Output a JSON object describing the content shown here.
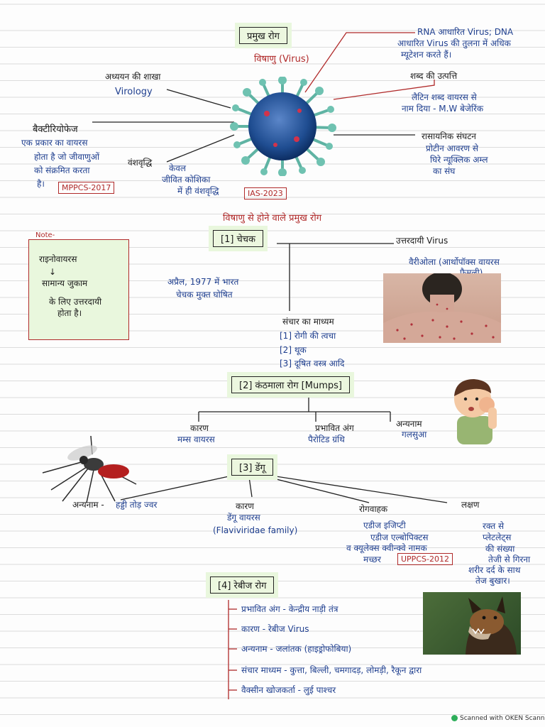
{
  "main": {
    "title": "प्रमुख रोग",
    "subtitle": "विषाणु (Virus)"
  },
  "virus": {
    "study_branch_label": "अध्ययन की शाखा",
    "study_branch_value": "Virology",
    "rna_note": [
      "RNA आधारित Virus; DNA",
      "आधारित Virus की तुलना में अधिक",
      "म्यूटेशन करते हैं।"
    ],
    "word_origin_label": "शब्द की उत्पत्ति",
    "word_origin_value": [
      "लैटिन शब्द वायरस से",
      "नाम दिया - M.W बेजेरिंक"
    ],
    "bacteriophage_label": "बैक्टीरियोफेज",
    "bacteriophage_desc": [
      "एक प्रकार का वायरस",
      "होता है जो जीवाणुओं",
      "को संक्रमित करता",
      "है।"
    ],
    "bacteriophage_exam": "MPPCS-2017",
    "growth_label": "वंशवृद्धि",
    "growth_value": [
      "केवल",
      "जीवित कोशिका",
      "में ही वंशवृद्धि"
    ],
    "growth_exam": "IAS-2023",
    "chemical_label": "रासायनिक संघटन",
    "chemical_value": [
      "प्रोटीन आवरण से",
      "घिरे न्यूक्लिक अम्ल",
      "का संघ"
    ]
  },
  "section_heading": "विषाणु से होने वाले प्रमुख रोग",
  "note": {
    "label": "Note-",
    "lines": [
      "राइनोवायरस",
      "↓",
      "सामान्य जुकाम",
      "के लिए उत्तरदायी",
      "होता है।"
    ]
  },
  "chickenpox": {
    "title": "[1] चेचक",
    "responsible_label": "उत्तरदायी Virus",
    "responsible_value": [
      "वैरीओला (आर्थोपॉक्स वायरस",
      "फैमली)"
    ],
    "india_free": [
      "अप्रैल, 1977 में भारत",
      "चेचक मुक्त घोषित"
    ],
    "transmission_label": "संचार का माध्यम",
    "transmission_items": [
      "[1] रोगी की त्वचा",
      "[2] थूक",
      "[3] दूषित वस्त्र आदि"
    ]
  },
  "mumps": {
    "title": "[2] कंठमाला रोग [Mumps]",
    "cause_label": "कारण",
    "cause_value": "मम्स वायरस",
    "organ_label": "प्रभावित अंग",
    "organ_value": "पैरोटिड ग्रंथि",
    "other_name_label": "अन्यनाम",
    "other_name_value": "गलसुआ"
  },
  "dengue": {
    "title": "[3] डेंगू",
    "other_name_label": "अन्यनाम -",
    "other_name_value": "हड्डी तोड़ ज्वर",
    "cause_label": "कारण",
    "cause_value": [
      "डेंगू वायरस",
      "(Flaviviridae family)"
    ],
    "carrier_label": "रोगवाहक",
    "carrier_value": [
      "एडीज इजिप्टी",
      "एडीज एल्बोपिक्टस",
      "व क्यूलेक्स क्वीन्क्वे नामक",
      "मच्छर"
    ],
    "carrier_exam": "UPPCS-2012",
    "symptom_label": "लक्षण",
    "symptom_value": [
      "रक्त से",
      "प्लेटलेट्स",
      "की संख्या",
      "तेजी से गिरना",
      "शरीर दर्द के साथ",
      "तेज बुखार।"
    ]
  },
  "rabies": {
    "title": "[4] रेबीज रोग",
    "items": [
      "प्रभावित अंग - केन्द्रीय नाड़ी तंत्र",
      "कारण - रेबीज Virus",
      "अन्यनाम - जलांतक (हाइड्रोफोबिया)",
      "संचार माध्यम - कुत्ता, बिल्ली, चमगादड़, लोमड़ी, रैकून द्वारा",
      "वैक्सीन खोजकर्ता - लुई पाश्चर"
    ]
  },
  "scanner": "Scanned with OKEN Scanner",
  "colors": {
    "ink_blue": "#1f3f8f",
    "ink_red": "#b02a2a",
    "highlight": "#e9f7dd"
  }
}
